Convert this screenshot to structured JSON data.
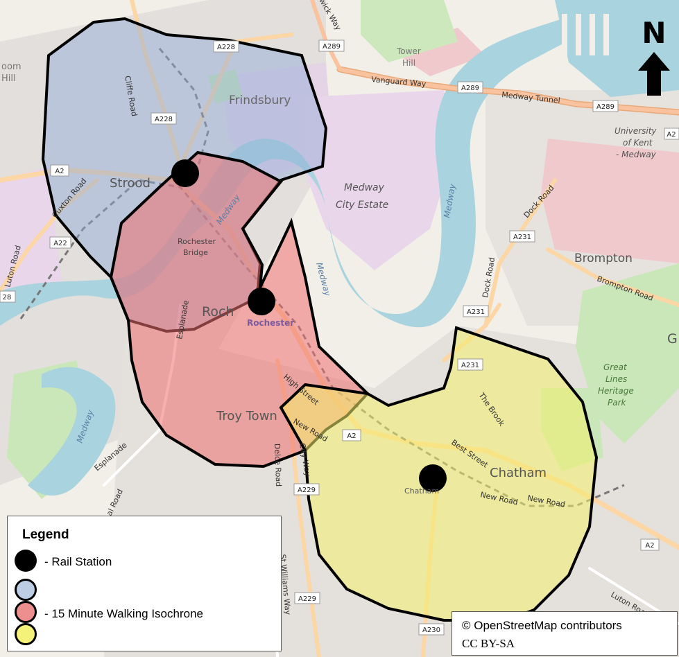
{
  "map": {
    "place_labels": {
      "strood": "Strood",
      "frindsbury": "Frindsbury",
      "medway_city_estate_1": "Medway",
      "medway_city_estate_2": "City Estate",
      "tower_hill_1": "Tower",
      "tower_hill_2": "Hill",
      "brompton": "Brompton",
      "rochester": "Roch",
      "rochester_station": "Rochester",
      "rochester_bridge_1": "Rochester",
      "rochester_bridge_2": "Bridge",
      "troy_town": "Troy Town",
      "chatham": "Chatham",
      "chatham_station": "Chatham",
      "university_1": "University",
      "university_2": "of Kent",
      "university_3": "- Medway",
      "great_lines_1": "Great",
      "great_lines_2": "Lines",
      "great_lines_3": "Heritage",
      "great_lines_4": "Park",
      "edge_room": "oom",
      "edge_hill": "Hill",
      "edge_g": "G"
    },
    "water_labels": {
      "medway_north": "Medway",
      "medway_middle": "Medway",
      "medway_south": "Medway",
      "medway_river": "Medway"
    },
    "road_labels": {
      "vanguard_way": "Vanguard Way",
      "medway_tunnel": "Medway Tunnel",
      "cliffe_road": "Cliffe Road",
      "cuxton_road": "Cuxton Road",
      "luton_road_west": "Luton Road",
      "esplanade_1": "Esplanade",
      "esplanade_2": "Esplanade",
      "high_street": "High Street",
      "new_road_1": "New Road",
      "new_road_2": "New Road",
      "new_road_3": "New Road",
      "best_street": "Best Street",
      "the_brook": "The Brook",
      "dock_road_1": "Dock Road",
      "dock_road_2": "Dock Road",
      "brompton_road": "Brompton Road",
      "luton_road_east": "Luton Road",
      "st_williams_way": "St Williams Way",
      "delce_road": "Delce Road",
      "city_way": "City Way",
      "al_road": "al Road",
      "wick_way": "wick Way"
    },
    "road_shields": {
      "a228_top": "A228",
      "a228_mid": "A228",
      "a289_top": "A289",
      "a289_mid": "A289",
      "a289_right": "A289",
      "a2_left": "A2",
      "a22_left": "A22",
      "a231_mid": "A231",
      "a231_low": "A231",
      "a231_yellow": "A231",
      "a2_mid": "A2",
      "a229_mid": "A229",
      "a229_low": "A229",
      "a230_low": "A230",
      "a2_right": "A2",
      "a2_far_right": "A2",
      "edge_28": "28"
    },
    "north_arrow_label": "N"
  },
  "legend": {
    "title": "Legend",
    "rail_station_label": "- Rail Station",
    "isochrone_label": "- 15 Minute Walking Isochrone",
    "colors": {
      "rail_station": "#000000",
      "isochrone_blue": "#bccde4",
      "isochrone_red": "#ee8f8f",
      "isochrone_yellow": "#f5f27a"
    }
  },
  "attribution": {
    "line1": "© OpenStreetMap contributors",
    "line2": "CC BY-SA"
  },
  "colors": {
    "land": "#f2efe9",
    "water": "#a9d3de",
    "park": "#c9e7b8",
    "industrial": "#e6d4e6",
    "residential": "#e0dfdf",
    "primary_road": "#fcd6a4",
    "trunk_road": "#f9b29c"
  }
}
